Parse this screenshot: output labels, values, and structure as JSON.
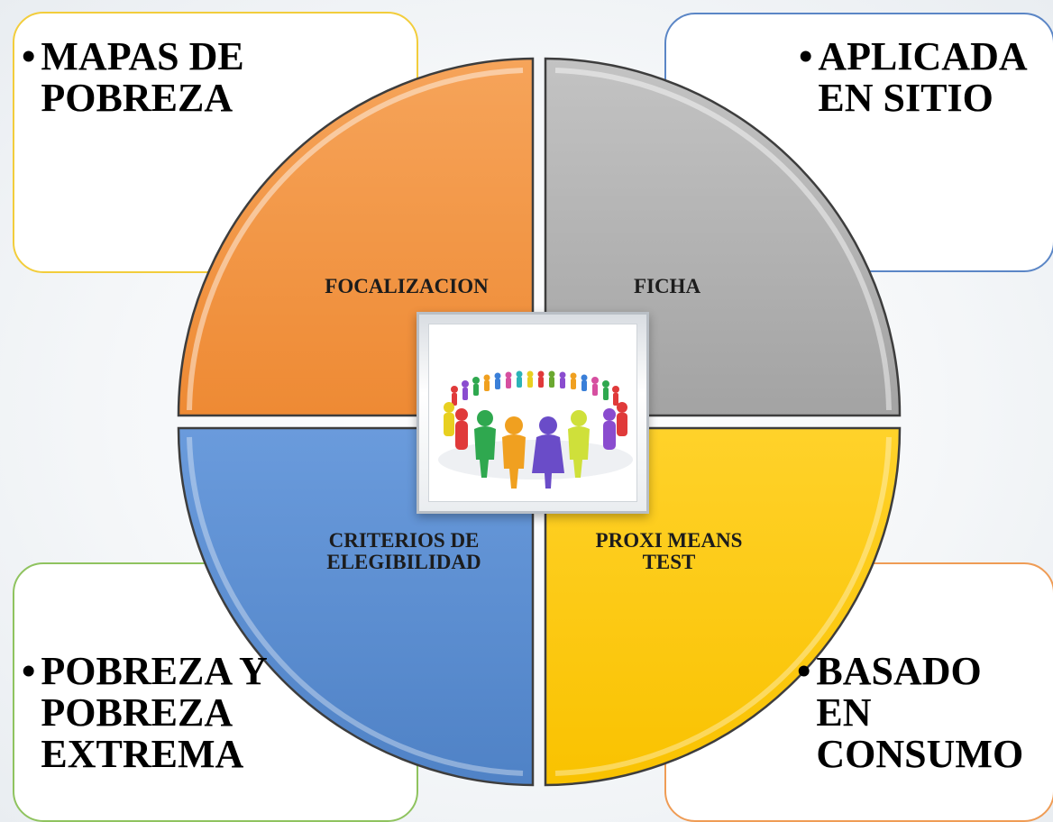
{
  "corners": {
    "top_left": {
      "bullet": "•",
      "text": "MAPAS DE\nPOBREZA",
      "border_color": "#f2cd3c"
    },
    "top_right": {
      "bullet": "•",
      "text": "APLICADA\nEN SITIO",
      "border_color": "#5b86c6"
    },
    "bottom_left": {
      "bullet": "•",
      "text": "POBREZA Y\nPOBREZA\nEXTREMA",
      "border_color": "#8fc35f"
    },
    "bottom_right": {
      "bullet": "•",
      "text": "BASADO\nEN\nCONSUMO",
      "border_color": "#ef9c55"
    }
  },
  "segments": {
    "top_left": {
      "label": "FOCALIZACION",
      "color": "#f0923e"
    },
    "top_right": {
      "label": "FICHA",
      "color": "#a9a9a9"
    },
    "bottom_left": {
      "label": "CRITERIOS DE\nELEGIBILIDAD",
      "color": "#5588cc"
    },
    "bottom_right": {
      "label": "PROXI MEANS\nTEST",
      "color": "#fcc800"
    }
  },
  "center_image": {
    "icon": "people-circle-icon"
  }
}
